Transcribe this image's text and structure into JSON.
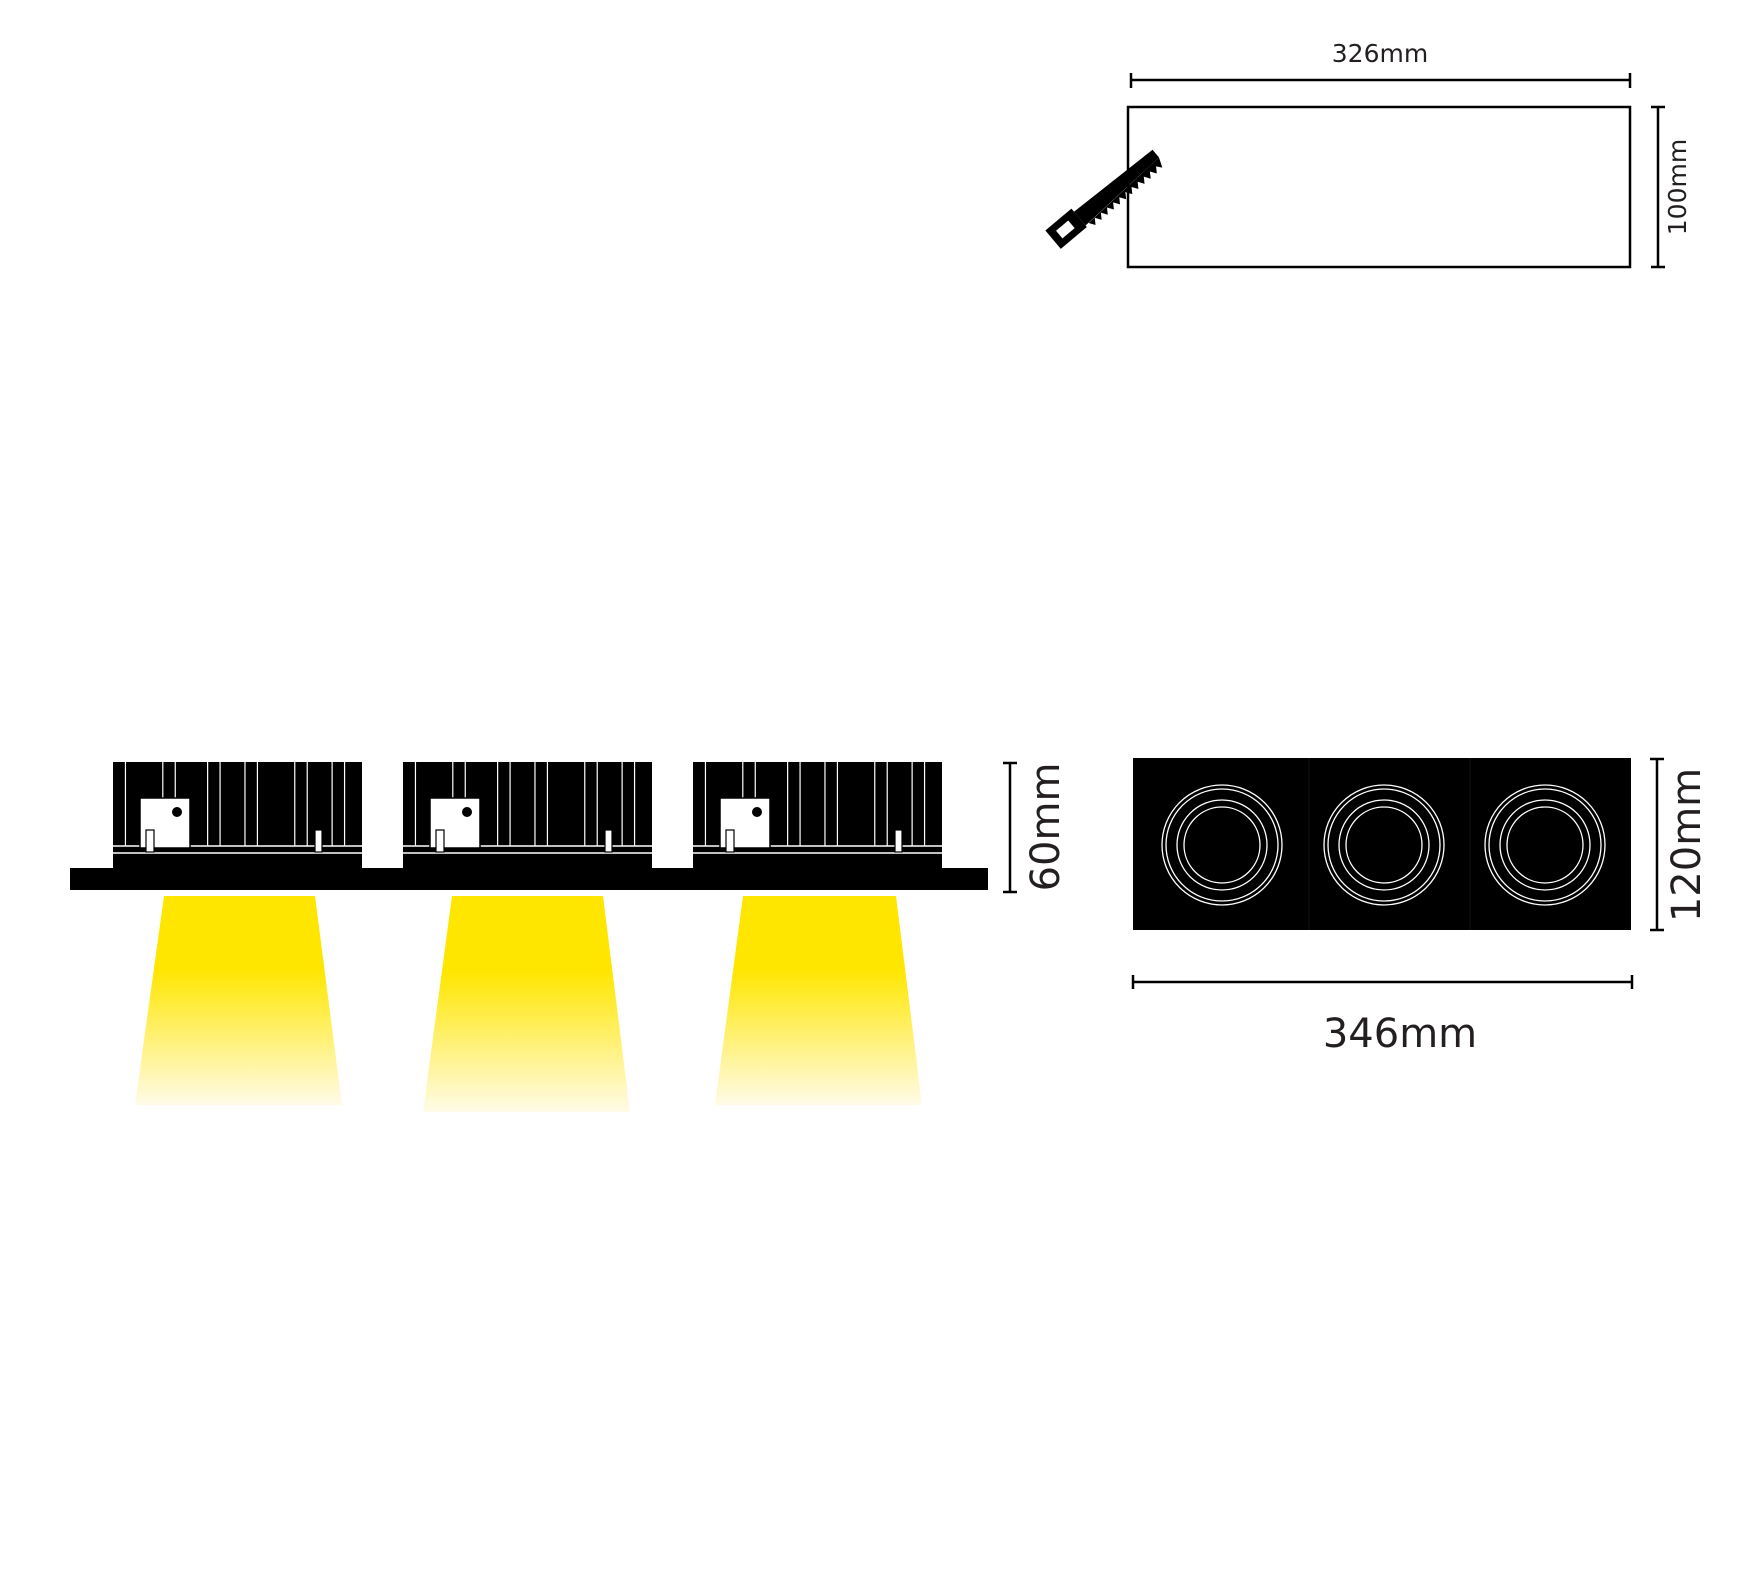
{
  "colors": {
    "ink": "#000000",
    "text": "#231f20",
    "beam_top": "#ffe600",
    "beam_bottom": "#fffbe8",
    "background": "#ffffff"
  },
  "cutout": {
    "width_label": "326mm",
    "height_label": "100mm",
    "icon": "saw-icon"
  },
  "side_view": {
    "height_label": "60mm",
    "module_count": 3
  },
  "front_view": {
    "width_label": "346mm",
    "height_label": "120mm",
    "lens_count": 3
  }
}
